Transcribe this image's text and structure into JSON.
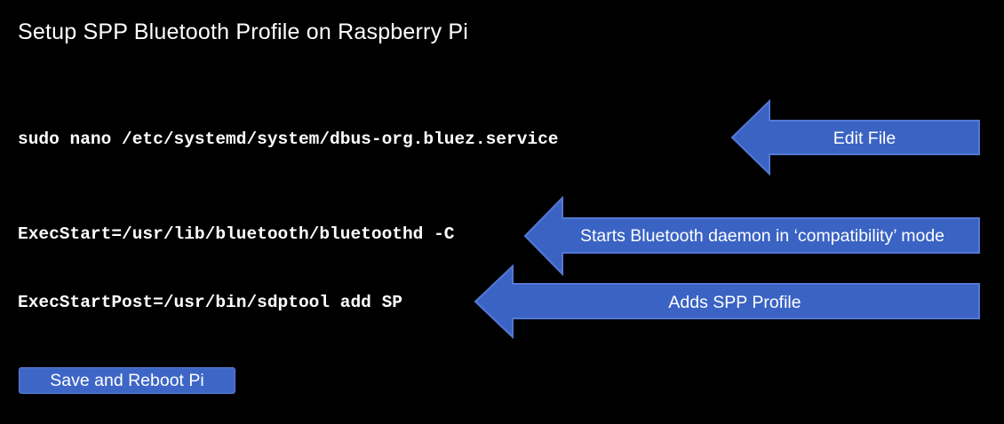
{
  "title": "Setup SPP Bluetooth Profile on Raspberry Pi",
  "steps": [
    {
      "command": "sudo nano /etc/systemd/system/dbus-org.bluez.service",
      "note": "Edit File"
    },
    {
      "command": "ExecStart=/usr/lib/bluetooth/bluetoothd -C",
      "note": "Starts Bluetooth daemon in ‘compatibility’ mode"
    },
    {
      "command": "ExecStartPost=/usr/bin/sdptool add SP",
      "note": "Adds SPP Profile"
    }
  ],
  "save_button": {
    "label": "Save and Reboot Pi"
  },
  "colors": {
    "background": "#000000",
    "arrow_fill": "#3a63c4",
    "arrow_stroke": "#5478d4",
    "text": "#ffffff"
  }
}
